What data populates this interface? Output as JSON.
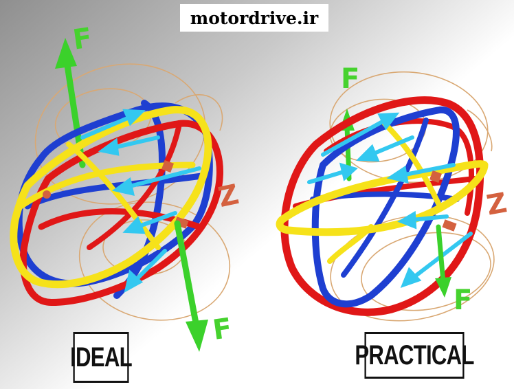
{
  "watermark": {
    "text": "motordrive.ir"
  },
  "panels": [
    {
      "id": "ideal",
      "label": "IDEAL",
      "force_labels": [
        "F",
        "F"
      ],
      "axis_label": "Z"
    },
    {
      "id": "practical",
      "label": "PRACTICAL",
      "force_labels": [
        "F",
        "F"
      ],
      "axis_label": "Z"
    }
  ],
  "colors": {
    "coil_blue": "#1e3fd1",
    "coil_red": "#e01717",
    "coil_yellow": "#f6e21a",
    "force_arrow": "#3bd12b",
    "current_arrow": "#33c8f0",
    "axis_marker": "#d4613f",
    "field_rings": "#d9a873"
  }
}
